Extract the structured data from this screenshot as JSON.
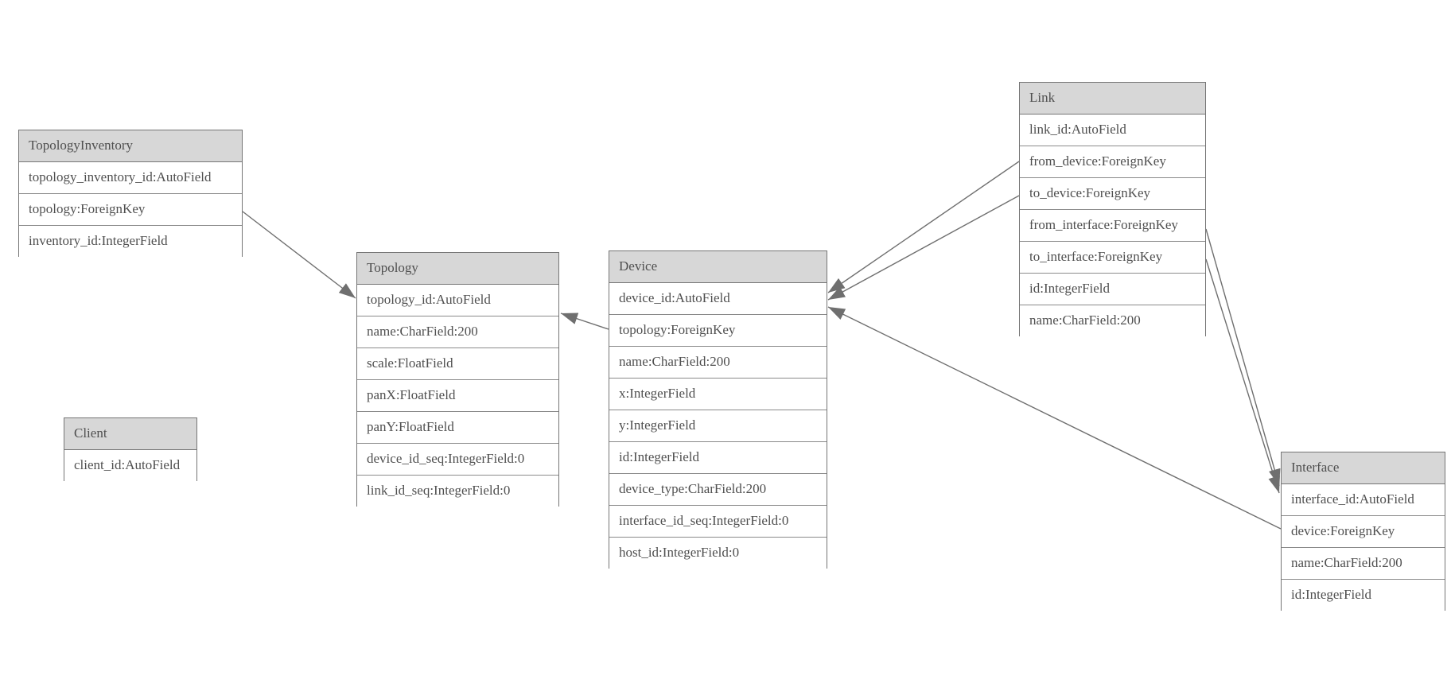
{
  "diagram": {
    "background_color": "#ffffff",
    "header_fill_color": "#d7d7d7",
    "border_color": "#757575",
    "text_color": "#4f4f4f",
    "edge_color": "#6f6f6f",
    "entities": [
      {
        "name": "TopologyInventory",
        "fields": [
          "topology_inventory_id:AutoField",
          "topology:ForeignKey",
          "inventory_id:IntegerField"
        ]
      },
      {
        "name": "Topology",
        "fields": [
          "topology_id:AutoField",
          "name:CharField:200",
          "scale:FloatField",
          "panX:FloatField",
          "panY:FloatField",
          "device_id_seq:IntegerField:0",
          "link_id_seq:IntegerField:0"
        ]
      },
      {
        "name": "Client",
        "fields": [
          "client_id:AutoField"
        ]
      },
      {
        "name": "Device",
        "fields": [
          "device_id:AutoField",
          "topology:ForeignKey",
          "name:CharField:200",
          "x:IntegerField",
          "y:IntegerField",
          "id:IntegerField",
          "device_type:CharField:200",
          "interface_id_seq:IntegerField:0",
          "host_id:IntegerField:0"
        ]
      },
      {
        "name": "Link",
        "fields": [
          "link_id:AutoField",
          "from_device:ForeignKey",
          "to_device:ForeignKey",
          "from_interface:ForeignKey",
          "to_interface:ForeignKey",
          "id:IntegerField",
          "name:CharField:200"
        ]
      },
      {
        "name": "Interface",
        "fields": [
          "interface_id:AutoField",
          "device:ForeignKey",
          "name:CharField:200",
          "id:IntegerField"
        ]
      }
    ],
    "relations": [
      {
        "from": "TopologyInventory.topology",
        "to": "Topology"
      },
      {
        "from": "Device.topology",
        "to": "Topology"
      },
      {
        "from": "Link.from_device",
        "to": "Device"
      },
      {
        "from": "Link.to_device",
        "to": "Device"
      },
      {
        "from": "Link.from_interface",
        "to": "Interface"
      },
      {
        "from": "Link.to_interface",
        "to": "Interface"
      },
      {
        "from": "Interface.device",
        "to": "Device"
      }
    ]
  }
}
